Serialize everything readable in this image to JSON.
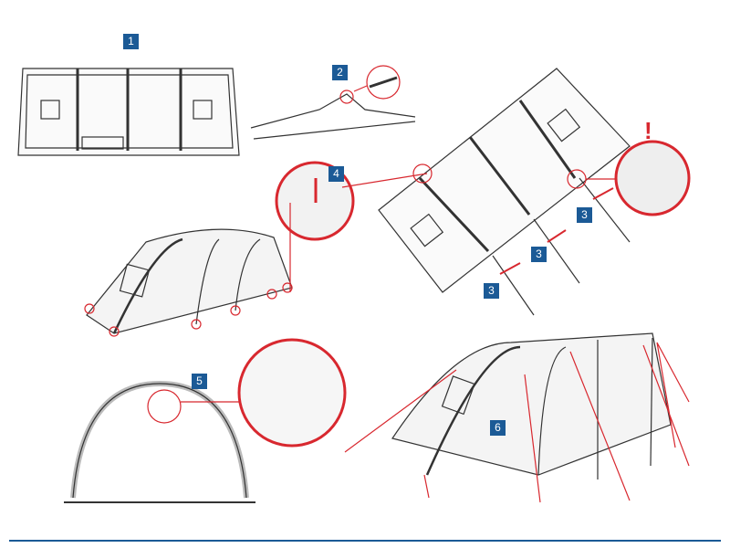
{
  "steps": {
    "s1": "1",
    "s2": "2",
    "s3a": "3",
    "s3b": "3",
    "s3c": "3",
    "s4": "4",
    "s5": "5",
    "s6": "6"
  },
  "warning": "!",
  "colors": {
    "accent": "#1b5a96",
    "highlight": "#d8282f",
    "line": "#333333"
  }
}
